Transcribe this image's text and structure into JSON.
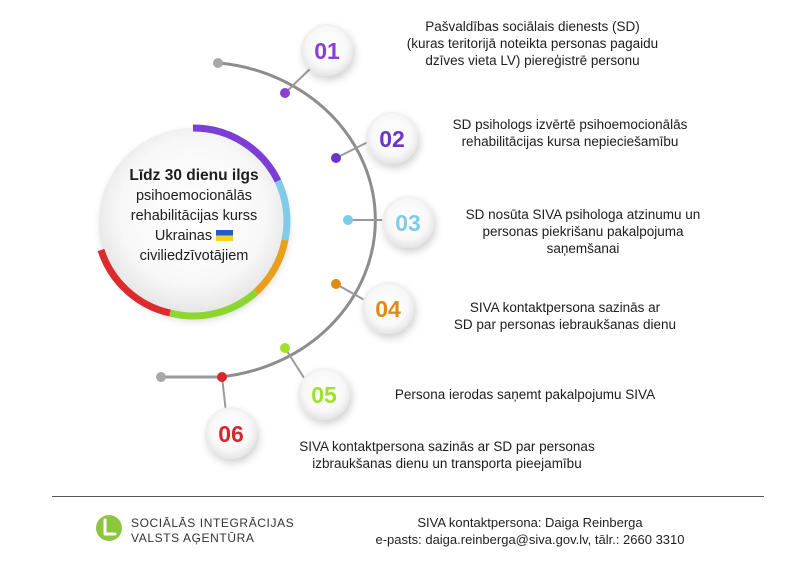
{
  "center": {
    "title": "Līdz 30 dienu ilgs",
    "line2": "psihoemocionālās",
    "line3": "rehabilitācijas kurss",
    "line4": "Ukrainas",
    "line5": "civiliedzīvotājiem",
    "flag_colors": [
      "#1f5ec9",
      "#f7d21e"
    ]
  },
  "steps": [
    {
      "number": "01",
      "color": "#8b3fd1",
      "lines": [
        "Pašvaldības sociālais dienests (SD)",
        "(kuras teritorijā noteikta personas pagaidu",
        "dzīves vieta LV) piereģistrē personu"
      ]
    },
    {
      "number": "02",
      "color": "#6a36c4",
      "lines": [
        "SD psihologs izvērtē psihoemocionālās",
        "rehabilitācijas kursa nepieciešamību"
      ]
    },
    {
      "number": "03",
      "color": "#7fcbe8",
      "lines": [
        "SD nosūta SIVA  psihologa atzinumu un",
        "personas piekrišanu pakalpojuma",
        "saņemšanai"
      ]
    },
    {
      "number": "04",
      "color": "#e08a14",
      "lines": [
        "SIVA kontaktpersona sazinās ar",
        "SD par personas iebraukšanas dienu"
      ]
    },
    {
      "number": "05",
      "color": "#9fe02a",
      "lines": [
        "Persona ierodas saņemt pakalpojumu SIVA"
      ]
    },
    {
      "number": "06",
      "color": "#d8262e",
      "lines": [
        "SIVA kontaktpersona sazinās ar SD par personas",
        "izbraukšanas dienu un transporta pieejamību"
      ]
    }
  ],
  "footer": {
    "org_line1": "SOCIĀLĀS INTEGRĀCIJAS",
    "org_line2": "VALSTS AĢENTŪRA",
    "contact_line1": "SIVA kontaktpersona: Daiga Reinberga",
    "contact_line2": "e-pasts: daiga.reinberga@siva.gov.lv, tālr.: 2660 3310",
    "logo_color": "#8cc63f"
  }
}
